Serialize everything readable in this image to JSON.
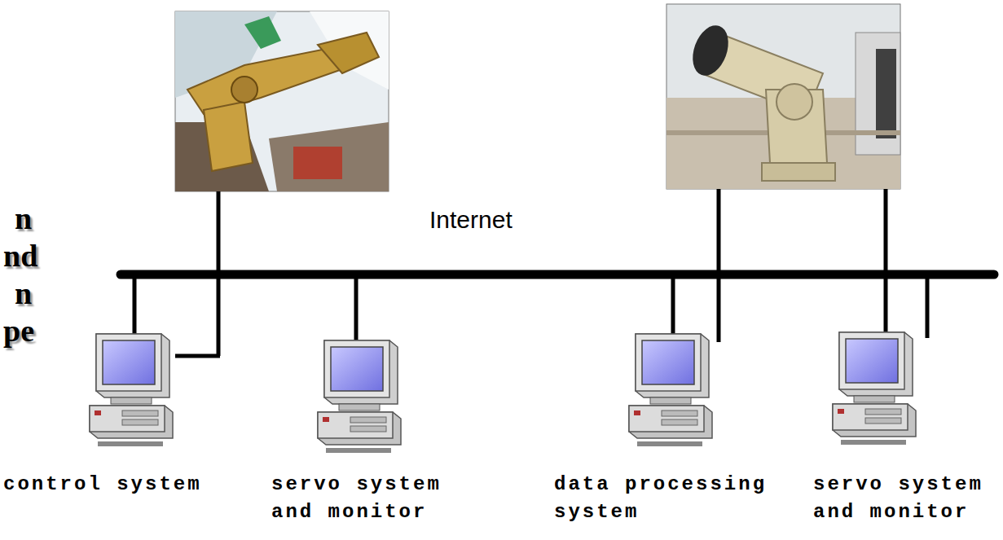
{
  "diagram": {
    "nodes": [
      {
        "text": [
          "control system"
        ]
      },
      {
        "text": [
          "servo system and monitor"
        ]
      },
      {
        "text": [
          "data processing system"
        ]
      },
      {
        "text": [
          "servo system and monitor"
        ]
      }
    ],
    "labels": [
      "n",
      "nd",
      "n",
      "pe",
      "Internet"
    ]
  }
}
